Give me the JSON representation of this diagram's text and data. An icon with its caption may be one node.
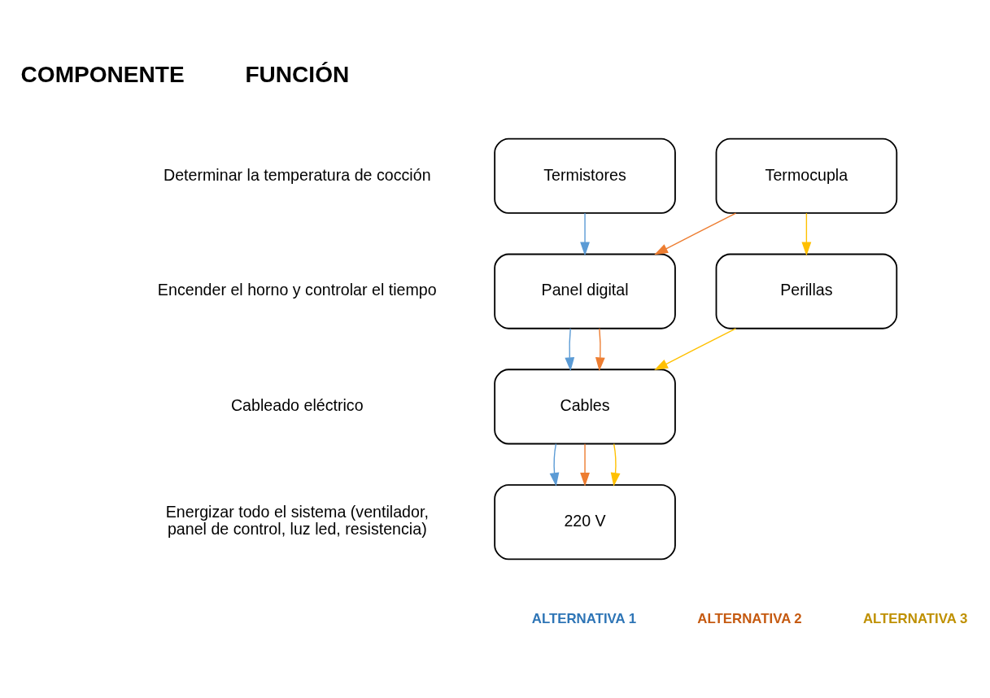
{
  "diagram": {
    "nodes": [
      {
        "text": [
          "Termistores"
        ]
      },
      {
        "text": [
          "Termocupla"
        ]
      },
      {
        "text": [
          "Panel digital"
        ]
      },
      {
        "text": [
          "Perillas"
        ]
      },
      {
        "text": [
          "Cables"
        ]
      },
      {
        "text": [
          "220 V"
        ]
      }
    ],
    "edges": [
      {
        "from": 0,
        "to": 2,
        "arrow": "to",
        "color": "#5b9bd5"
      },
      {
        "from": 1,
        "to": 2,
        "arrow": "to",
        "color": "#ed7d31"
      },
      {
        "from": 1,
        "to": 3,
        "arrow": "to",
        "color": "#ffc000"
      },
      {
        "from": 2,
        "to": 4,
        "arrow": "to",
        "color": "#5b9bd5"
      },
      {
        "from": 2,
        "to": 4,
        "arrow": "to",
        "color": "#ed7d31"
      },
      {
        "from": 3,
        "to": 4,
        "arrow": "to",
        "color": "#ffc000"
      },
      {
        "from": 4,
        "to": 5,
        "arrow": "to",
        "color": "#5b9bd5"
      },
      {
        "from": 4,
        "to": 5,
        "arrow": "to",
        "color": "#ed7d31"
      },
      {
        "from": 4,
        "to": 5,
        "arrow": "to",
        "color": "#ffc000"
      }
    ],
    "labels": [
      "FUNCIÓN",
      "COMPONENTE",
      "Determinar la temperatura de cocción",
      "Encender el horno y controlar el tiempo",
      "Cableado eléctrico",
      "Energizar todo el sistema (ventilador, panel de control, luz led, resistencia)"
    ],
    "legend": [
      {
        "text": "ALTERNATIVA 1",
        "color": "#2e75b6"
      },
      {
        "text": "ALTERNATIVA 2",
        "color": "#c55a11"
      },
      {
        "text": "ALTERNATIVA 3",
        "color": "#bf9000"
      }
    ]
  }
}
